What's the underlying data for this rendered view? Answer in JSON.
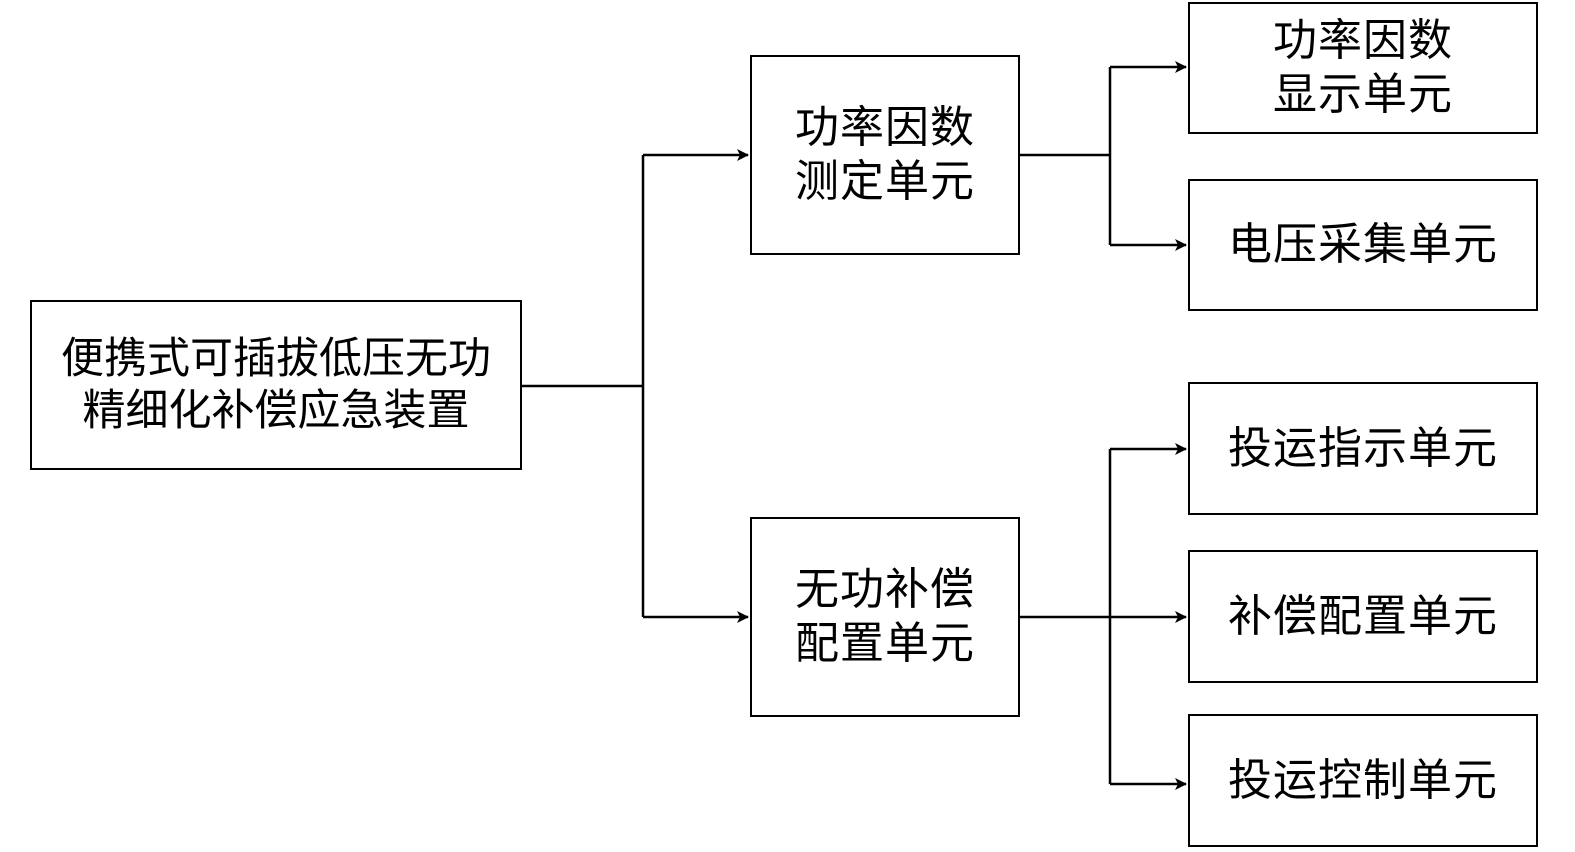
{
  "diagram": {
    "root": {
      "lines": [
        "便携式可插拔低压无功",
        "精细化补偿应急装置"
      ]
    },
    "measure_unit": {
      "lines": [
        "功率因数",
        "测定单元"
      ],
      "children": [
        {
          "lines": [
            "功率因数",
            "显示单元"
          ]
        },
        {
          "lines": [
            "电压采集单元"
          ]
        }
      ]
    },
    "compensation_unit": {
      "lines": [
        "无功补偿",
        "配置单元"
      ],
      "children": [
        {
          "lines": [
            "投运指示单元"
          ]
        },
        {
          "lines": [
            "补偿配置单元"
          ]
        },
        {
          "lines": [
            "投运控制单元"
          ]
        }
      ]
    },
    "colors": {
      "stroke": "#000000",
      "background": "#ffffff"
    }
  }
}
